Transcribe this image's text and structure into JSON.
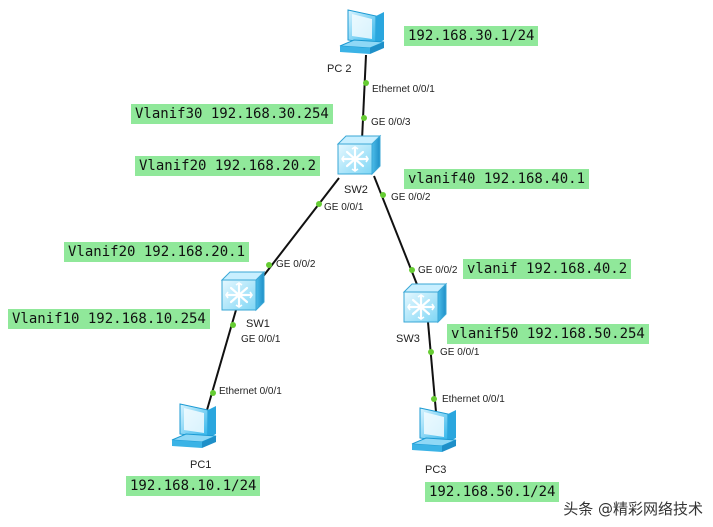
{
  "devices": {
    "pc2": "PC 2",
    "sw2": "SW2",
    "sw1": "SW1",
    "sw3": "SW3",
    "pc1": "PC1",
    "pc3": "PC3"
  },
  "addresses": {
    "pc2_ip": "192.168.30.1/24",
    "sw2_vlanif30": "Vlanif30 192.168.30.254",
    "sw2_vlanif20": "Vlanif20 192.168.20.2",
    "sw2_vlanif40": "vlanif40 192.168.40.1",
    "sw1_vlanif20": "Vlanif20 192.168.20.1",
    "sw3_vlanif40": "vlanif 192.168.40.2",
    "sw1_vlanif10": "Vlanif10 192.168.10.254",
    "sw3_vlanif50": "vlanif50 192.168.50.254",
    "pc1_ip": "192.168.10.1/24",
    "pc3_ip": "192.168.50.1/24"
  },
  "ports": {
    "pc2_eth": "Ethernet 0/0/1",
    "sw2_ge3": "GE 0/0/3",
    "sw2_ge1": "GE 0/0/1",
    "sw2_ge2": "GE 0/0/2",
    "sw1_ge2": "GE 0/0/2",
    "sw1_ge1": "GE 0/0/1",
    "sw3_ge2": "GE 0/0/2",
    "sw3_ge1": "GE 0/0/1",
    "pc1_eth": "Ethernet 0/0/1",
    "pc3_eth": "Ethernet 0/0/1"
  },
  "watermark": "头条 @精彩网络技术",
  "colors": {
    "label_bg": "#90e89a",
    "link": "#111111",
    "port_dot": "#66cc33",
    "device": "#5fc8f0"
  }
}
